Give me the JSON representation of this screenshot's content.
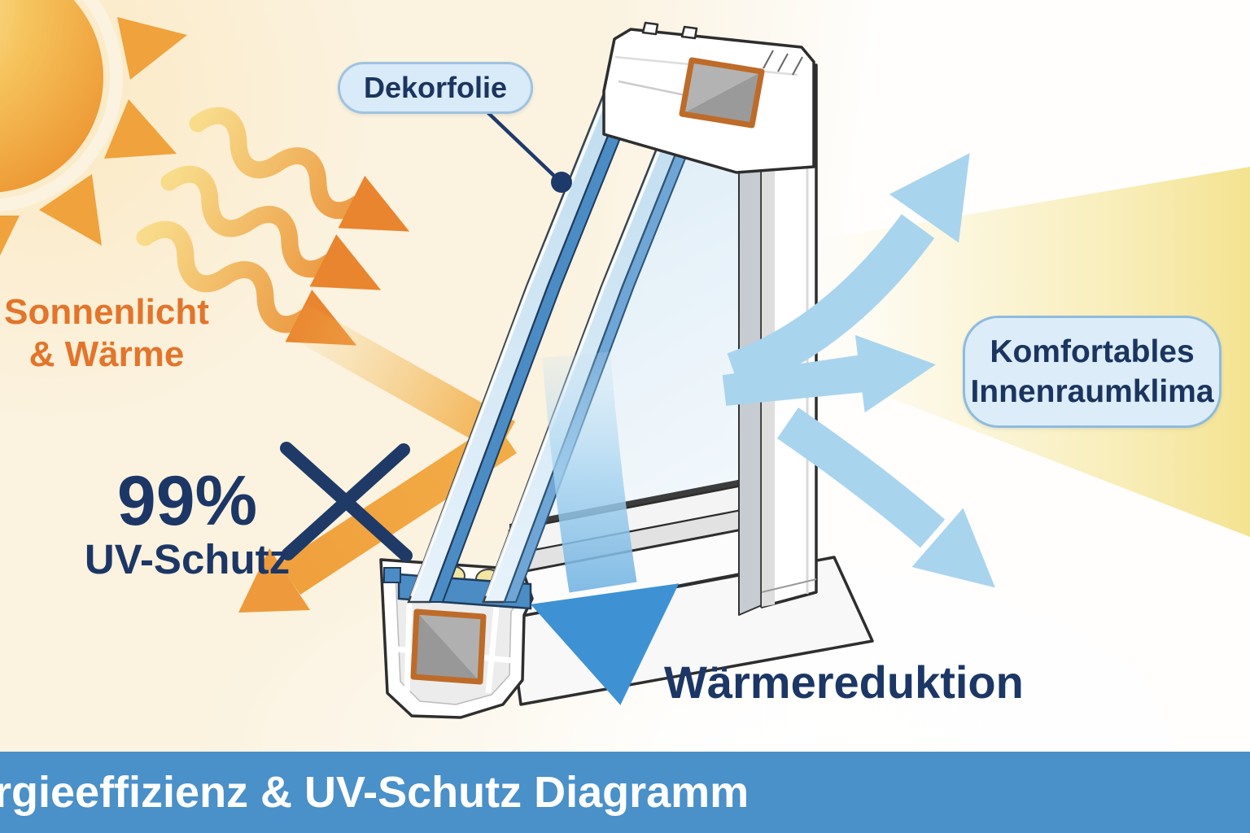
{
  "banner": {
    "title": "rgieeffizienz & UV-Schutz Diagramm",
    "bg_color": "#4A90C9",
    "text_color": "#FFFFFF"
  },
  "callouts": {
    "dekorfolie": "Dekorfolie",
    "comfort_line1": "Komfortables",
    "comfort_line2": "Innenraumklima"
  },
  "annotations": {
    "sunlight_line1": "Sonnenlicht",
    "sunlight_line2": "& Wärme",
    "uv_percent": "99%",
    "uv_label": "UV-Schutz",
    "heat_reduction": "Wärmereduktion"
  },
  "icons": {
    "sun": "sun-icon",
    "heat_waves": "heat-wave-arrows-icon",
    "uv_beam": "uv-reflection-arrow-icon",
    "uv_blocked": "uv-blocked-cross-icon",
    "window": "window-cross-section-illustration",
    "dekorfolie_marker": "callout-line-and-dot-icon",
    "heat_reduction_arrow": "heat-reduction-down-arrow-icon",
    "airflow_arrows": "indoor-airflow-arrows-icon",
    "light_beam": "sunlight-beam-icon"
  },
  "colors": {
    "background_cream": "#FBF2DF",
    "banner_bg": "#4A90C9",
    "navy_text": "#1C3766",
    "orange_text": "#E2752B",
    "sun_orange": "#EE9A33",
    "heat_wave_start": "#F8DC8B",
    "heat_wave_end": "#E8862D",
    "uv_beam_orange": "#F2AC47",
    "light_blue_arrow": "#A9D4EE",
    "heat_arrow_blue": "#3E92D3",
    "glass_blue": "#BFDCEF",
    "film_blue": "#4C8CC4",
    "steel_border_orange": "#BE6B29",
    "pill_fill": "#D9EAF8",
    "pill_border": "#9FC3DF"
  }
}
